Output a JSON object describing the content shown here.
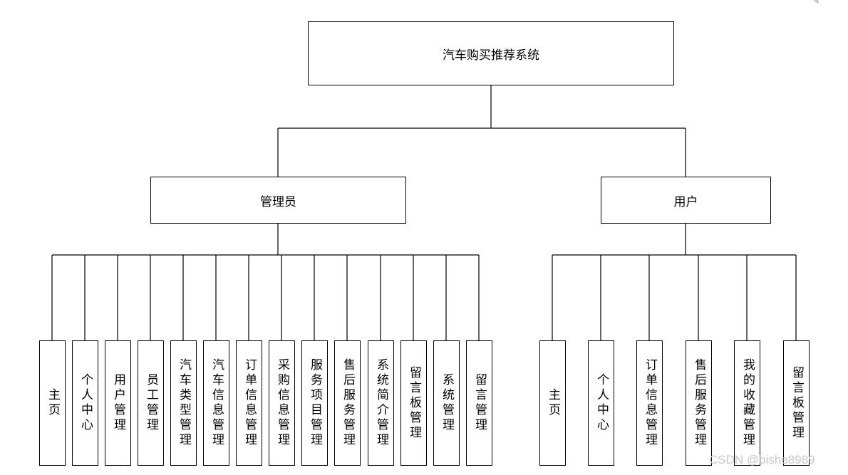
{
  "root": "汽车购买推荐系统",
  "admin": {
    "label": "管理员",
    "items": [
      "主页",
      "个人中心",
      "用户管理",
      "员工管理",
      "汽车类型管理",
      "汽车信息管理",
      "订单信息管理",
      "采购信息管理",
      "服务项目管理",
      "售后服务管理",
      "系统简介管理",
      "留言板管理",
      "系统管理",
      "留言管理"
    ]
  },
  "user": {
    "label": "用户",
    "items": [
      "主页",
      "个人中心",
      "订单信息管理",
      "售后服务管理",
      "我的收藏管理",
      "留言板管理"
    ]
  },
  "watermark": "CSDN @bishe8989"
}
